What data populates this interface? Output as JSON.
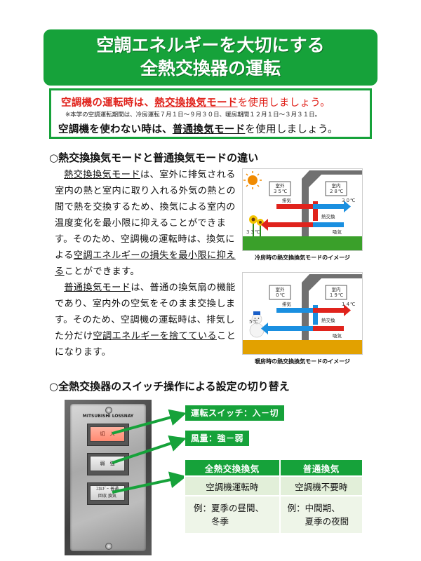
{
  "title": {
    "line1": "空調エネルギーを大切にする",
    "line2": "全熱交換器の運転"
  },
  "notice": {
    "line1_pre": "空調機の運転時は、",
    "line1_em": "熱交換換気モード",
    "line1_post": "を使用しましょう。",
    "small": "※本学の空調運転期間は、冷房運転７月１日～９月３０日、暖房期間１２月１日～３月３１日。",
    "line3_pre": "空調機を使わない時は、",
    "line3_em": "普通換気モード",
    "line3_post": "を使用しましょう。"
  },
  "section1": {
    "heading": "○熱交換換気モードと普通換気モードの違い",
    "para1": {
      "a": "熱交換換気モード",
      "b": "は、室外に排気される室内の熱と室内に取り入れる外気の熱との間で熱を交換するため、換気による室内の温度変化を最小限に抑えることができます。そのため、空調機の運転時は、換気による",
      "c": "空調エネルギーの損失を最小限に抑える",
      "d": "ことができます。"
    },
    "para2": {
      "a": "普通換気モード",
      "b": "は、普通の換気扇の機能であり、室内外の空気をそのまま交換します。そのため、空調機の運転時は、排気した分だけ",
      "c": "空調エネルギーを捨てている",
      "d": "ことになります。"
    }
  },
  "diagram_cool": {
    "caption": "冷房時の熱交換換気モードのイメージ",
    "outdoor": "室外",
    "outdoor_temp": "３５℃",
    "indoor": "室内",
    "indoor_temp": "２８℃",
    "exhaust": "排気",
    "exchange": "熱交換",
    "supply": "吸気",
    "supply_temp": "３０℃",
    "exhaust_temp": "３３℃"
  },
  "diagram_warm": {
    "caption": "暖房時の熱交換換気モードのイメージ",
    "outdoor": "室外",
    "outdoor_temp": "０℃",
    "indoor": "室内",
    "indoor_temp": "１９℃",
    "exhaust": "排気",
    "exchange": "熱交換",
    "supply": "吸気",
    "supply_temp": "１４℃",
    "exhaust_temp": "５℃"
  },
  "section2": {
    "heading": "○全熱交換器のスイッチ操作による設定の切り替え"
  },
  "panel": {
    "brand1": "MITSUBISHI",
    "brand2": "LOSSNAY",
    "sw1": "切　入",
    "sw2": "弱　強",
    "sw3a": "ｴﾈﾙｷﾞｰ 普通",
    "sw3b": "回収 換気"
  },
  "labels": {
    "run_switch": "運転スイッチ：入－切",
    "fan": "風量：強－弱"
  },
  "table": {
    "head1": "全熱交換換気",
    "head2": "普通換気",
    "row1_c1": "空調機運転時",
    "row1_c2": "空調機不要時",
    "row2_c1_a": "例：夏季の昼間、",
    "row2_c1_b": "　　冬季",
    "row2_c2_a": "例：中間期、",
    "row2_c2_b": "　　夏季の夜間"
  },
  "colors": {
    "green": "#16a23a",
    "red": "#e0231c",
    "cool_arrow": "#e0231c",
    "warm_arrow": "#1a8fe0"
  }
}
